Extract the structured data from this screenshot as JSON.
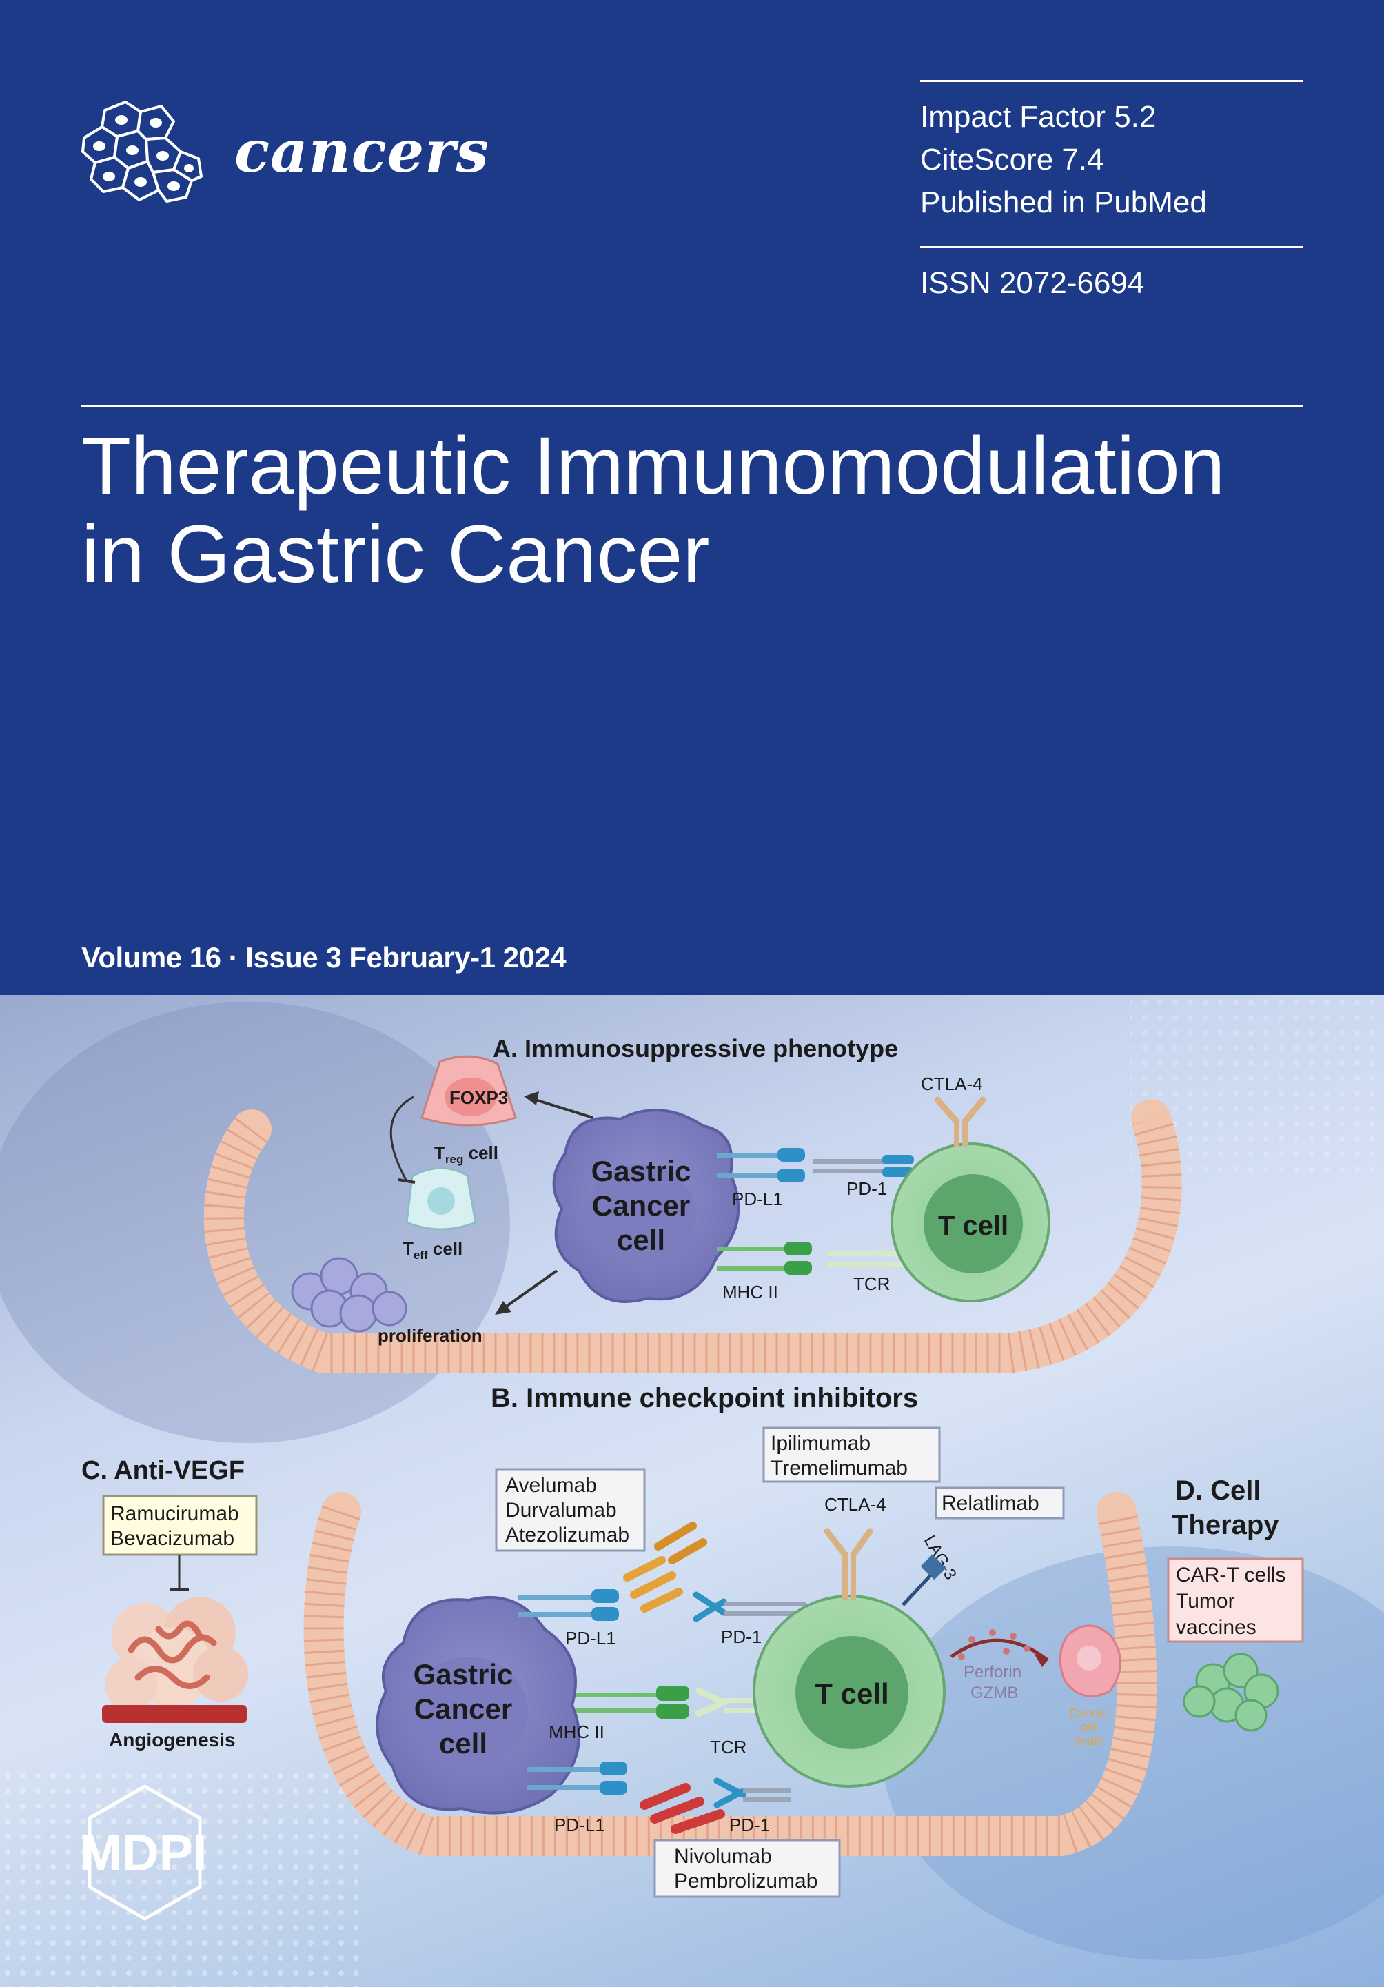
{
  "journal": {
    "name": "cancers"
  },
  "metrics": {
    "impact_factor": "Impact Factor 5.2",
    "citescore": "CiteScore 7.4",
    "pubmed": "Published in PubMed",
    "issn": "ISSN 2072-6694"
  },
  "article": {
    "title_line1": "Therapeutic Immunomodulation",
    "title_line2": "in Gastric Cancer"
  },
  "issue": {
    "volume_line": "Volume 16 · Issue 3 February-1 2024"
  },
  "figure": {
    "panel_a": {
      "heading": "A. Immunosuppressive phenotype",
      "ctla4": "CTLA-4",
      "foxp3": "FOXP3",
      "treg": "T",
      "treg_sub": "reg",
      "treg_suffix": " cell",
      "teff": "T",
      "teff_sub": "eff",
      "teff_suffix": " cell",
      "proliferation": "proliferation",
      "gastric_1": "Gastric",
      "gastric_2": "Cancer",
      "gastric_3": "cell",
      "pdl1": "PD-L1",
      "pd1": "PD-1",
      "mhc2": "MHC II",
      "tcr": "TCR",
      "tcell": "T cell"
    },
    "panel_b": {
      "heading": "B. Immune checkpoint inhibitors",
      "ipi": "Ipilimumab",
      "treme": "Tremelimumab",
      "ctla4": "CTLA-4",
      "relat": "Relatlimab",
      "lag3": "LAG-3",
      "avel": "Avelumab",
      "durv": "Durvalumab",
      "atez": "Atezolizumab",
      "gastric_1": "Gastric",
      "gastric_2": "Cancer",
      "gastric_3": "cell",
      "pdl1_top": "PD-L1",
      "pd1_top": "PD-1",
      "mhc2": "MHC II",
      "tcr": "TCR",
      "tcell": "T cell",
      "pdl1_bottom": "PD-L1",
      "pd1_bottom": "PD-1",
      "nivo": "Nivolumab",
      "pembro": "Pembrolizumab",
      "perforin": "Perforin",
      "gzmb": "GZMB",
      "death_1": "Cancer",
      "death_2": "cell",
      "death_3": "death"
    },
    "panel_c": {
      "heading": "C. Anti-VEGF",
      "ramu": "Ramucirumab",
      "beva": "Bevacizumab",
      "angio": "Angiogenesis"
    },
    "panel_d": {
      "heading_1": "D. Cell",
      "heading_2": "Therapy",
      "cart": "CAR-T cells",
      "tumor": "Tumor",
      "vaccines": "vaccines"
    }
  },
  "publisher": {
    "name": "MDPI"
  }
}
